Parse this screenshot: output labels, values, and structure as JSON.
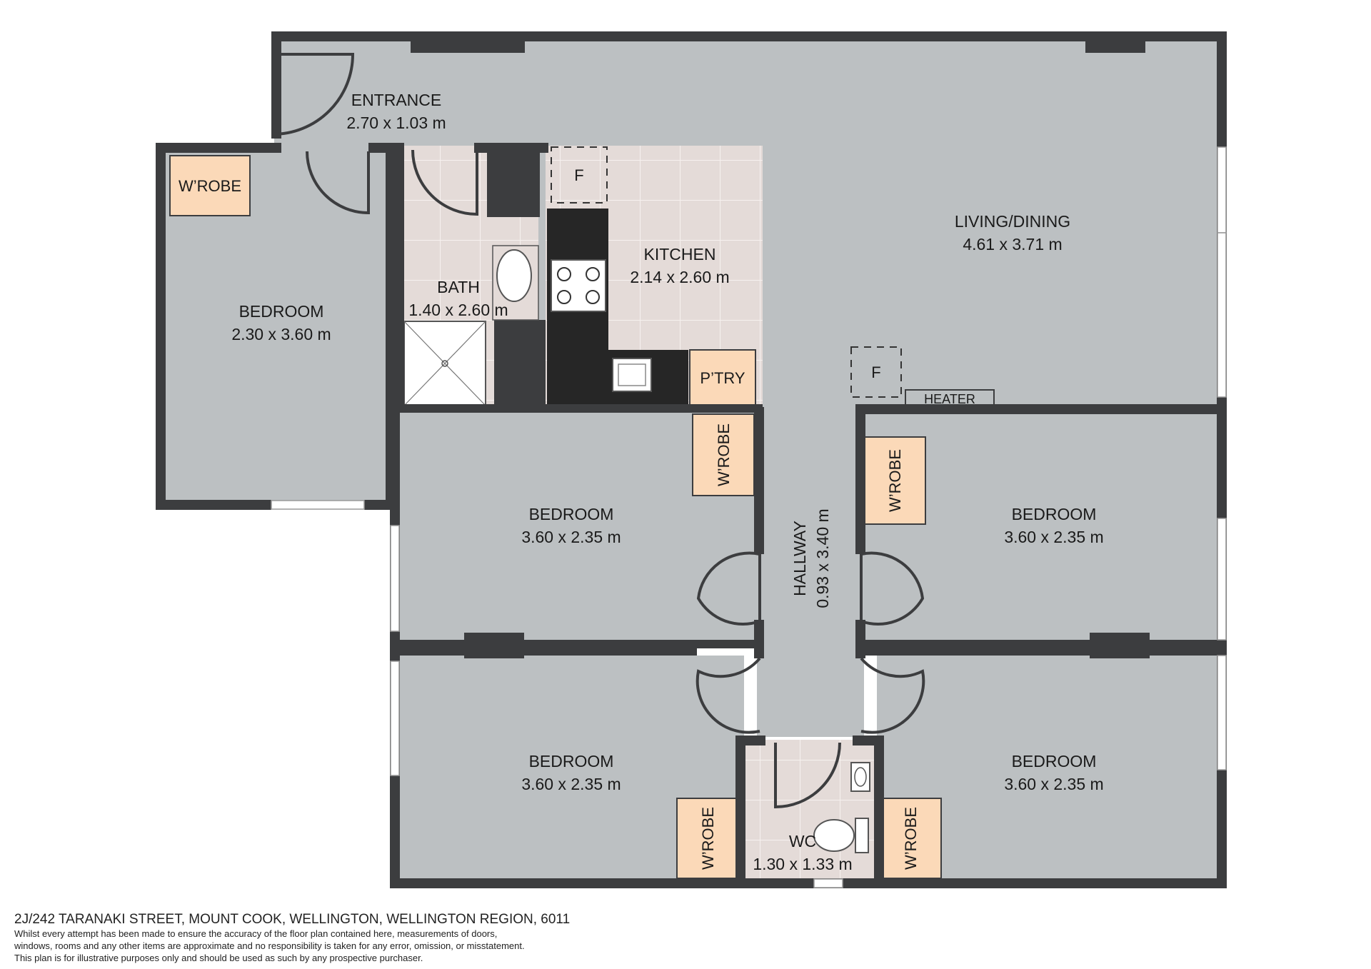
{
  "colors": {
    "wall": "#3c3d3f",
    "room": "#bcc0c2",
    "wet_floor": "#e4dbd8",
    "tile_line": "#f6f1ef",
    "wardrobe": "#fbd9b8",
    "benchtop": "#262626",
    "text": "#1a1a1a"
  },
  "rooms": {
    "entrance": {
      "name": "ENTRANCE",
      "size": "2.70 x 1.03 m"
    },
    "living": {
      "name": "LIVING/DINING",
      "size": "4.61 x 3.71 m"
    },
    "kitchen": {
      "name": "KITCHEN",
      "size": "2.14 x 2.60 m"
    },
    "bath": {
      "name": "BATH",
      "size": "1.40 x 2.60 m"
    },
    "bedroom_left": {
      "name": "BEDROOM",
      "size": "2.30 x 3.60 m"
    },
    "bedroom_mid_upper": {
      "name": "BEDROOM",
      "size": "3.60 x 2.35 m"
    },
    "bedroom_mid_lower": {
      "name": "BEDROOM",
      "size": "3.60 x 2.35 m"
    },
    "bedroom_right_upper": {
      "name": "BEDROOM",
      "size": "3.60 x 2.35 m"
    },
    "bedroom_right_lower": {
      "name": "BEDROOM",
      "size": "3.60 x 2.35 m"
    },
    "hallway": {
      "name": "HALLWAY",
      "size": "0.93 x 3.40 m"
    },
    "wc": {
      "name": "WC",
      "size": "1.30 x 1.33 m"
    }
  },
  "fixtures": {
    "wardrobe": "W’ROBE",
    "pantry": "P’TRY",
    "fridge": "F",
    "heater": "HEATER"
  },
  "footer": {
    "address": "2J/242 TARANAKI STREET, MOUNT COOK, WELLINGTON, WELLINGTON REGION, 6011",
    "disclaimer_1": "Whilst every attempt has been made to ensure the accuracy of the floor plan contained here, measurements of doors,",
    "disclaimer_2": "windows, rooms and any other items are approximate and no responsibility is taken for any error, omission, or misstatement.",
    "disclaimer_3": "This plan is for illustrative purposes only and should be used as such by any prospective purchaser."
  }
}
